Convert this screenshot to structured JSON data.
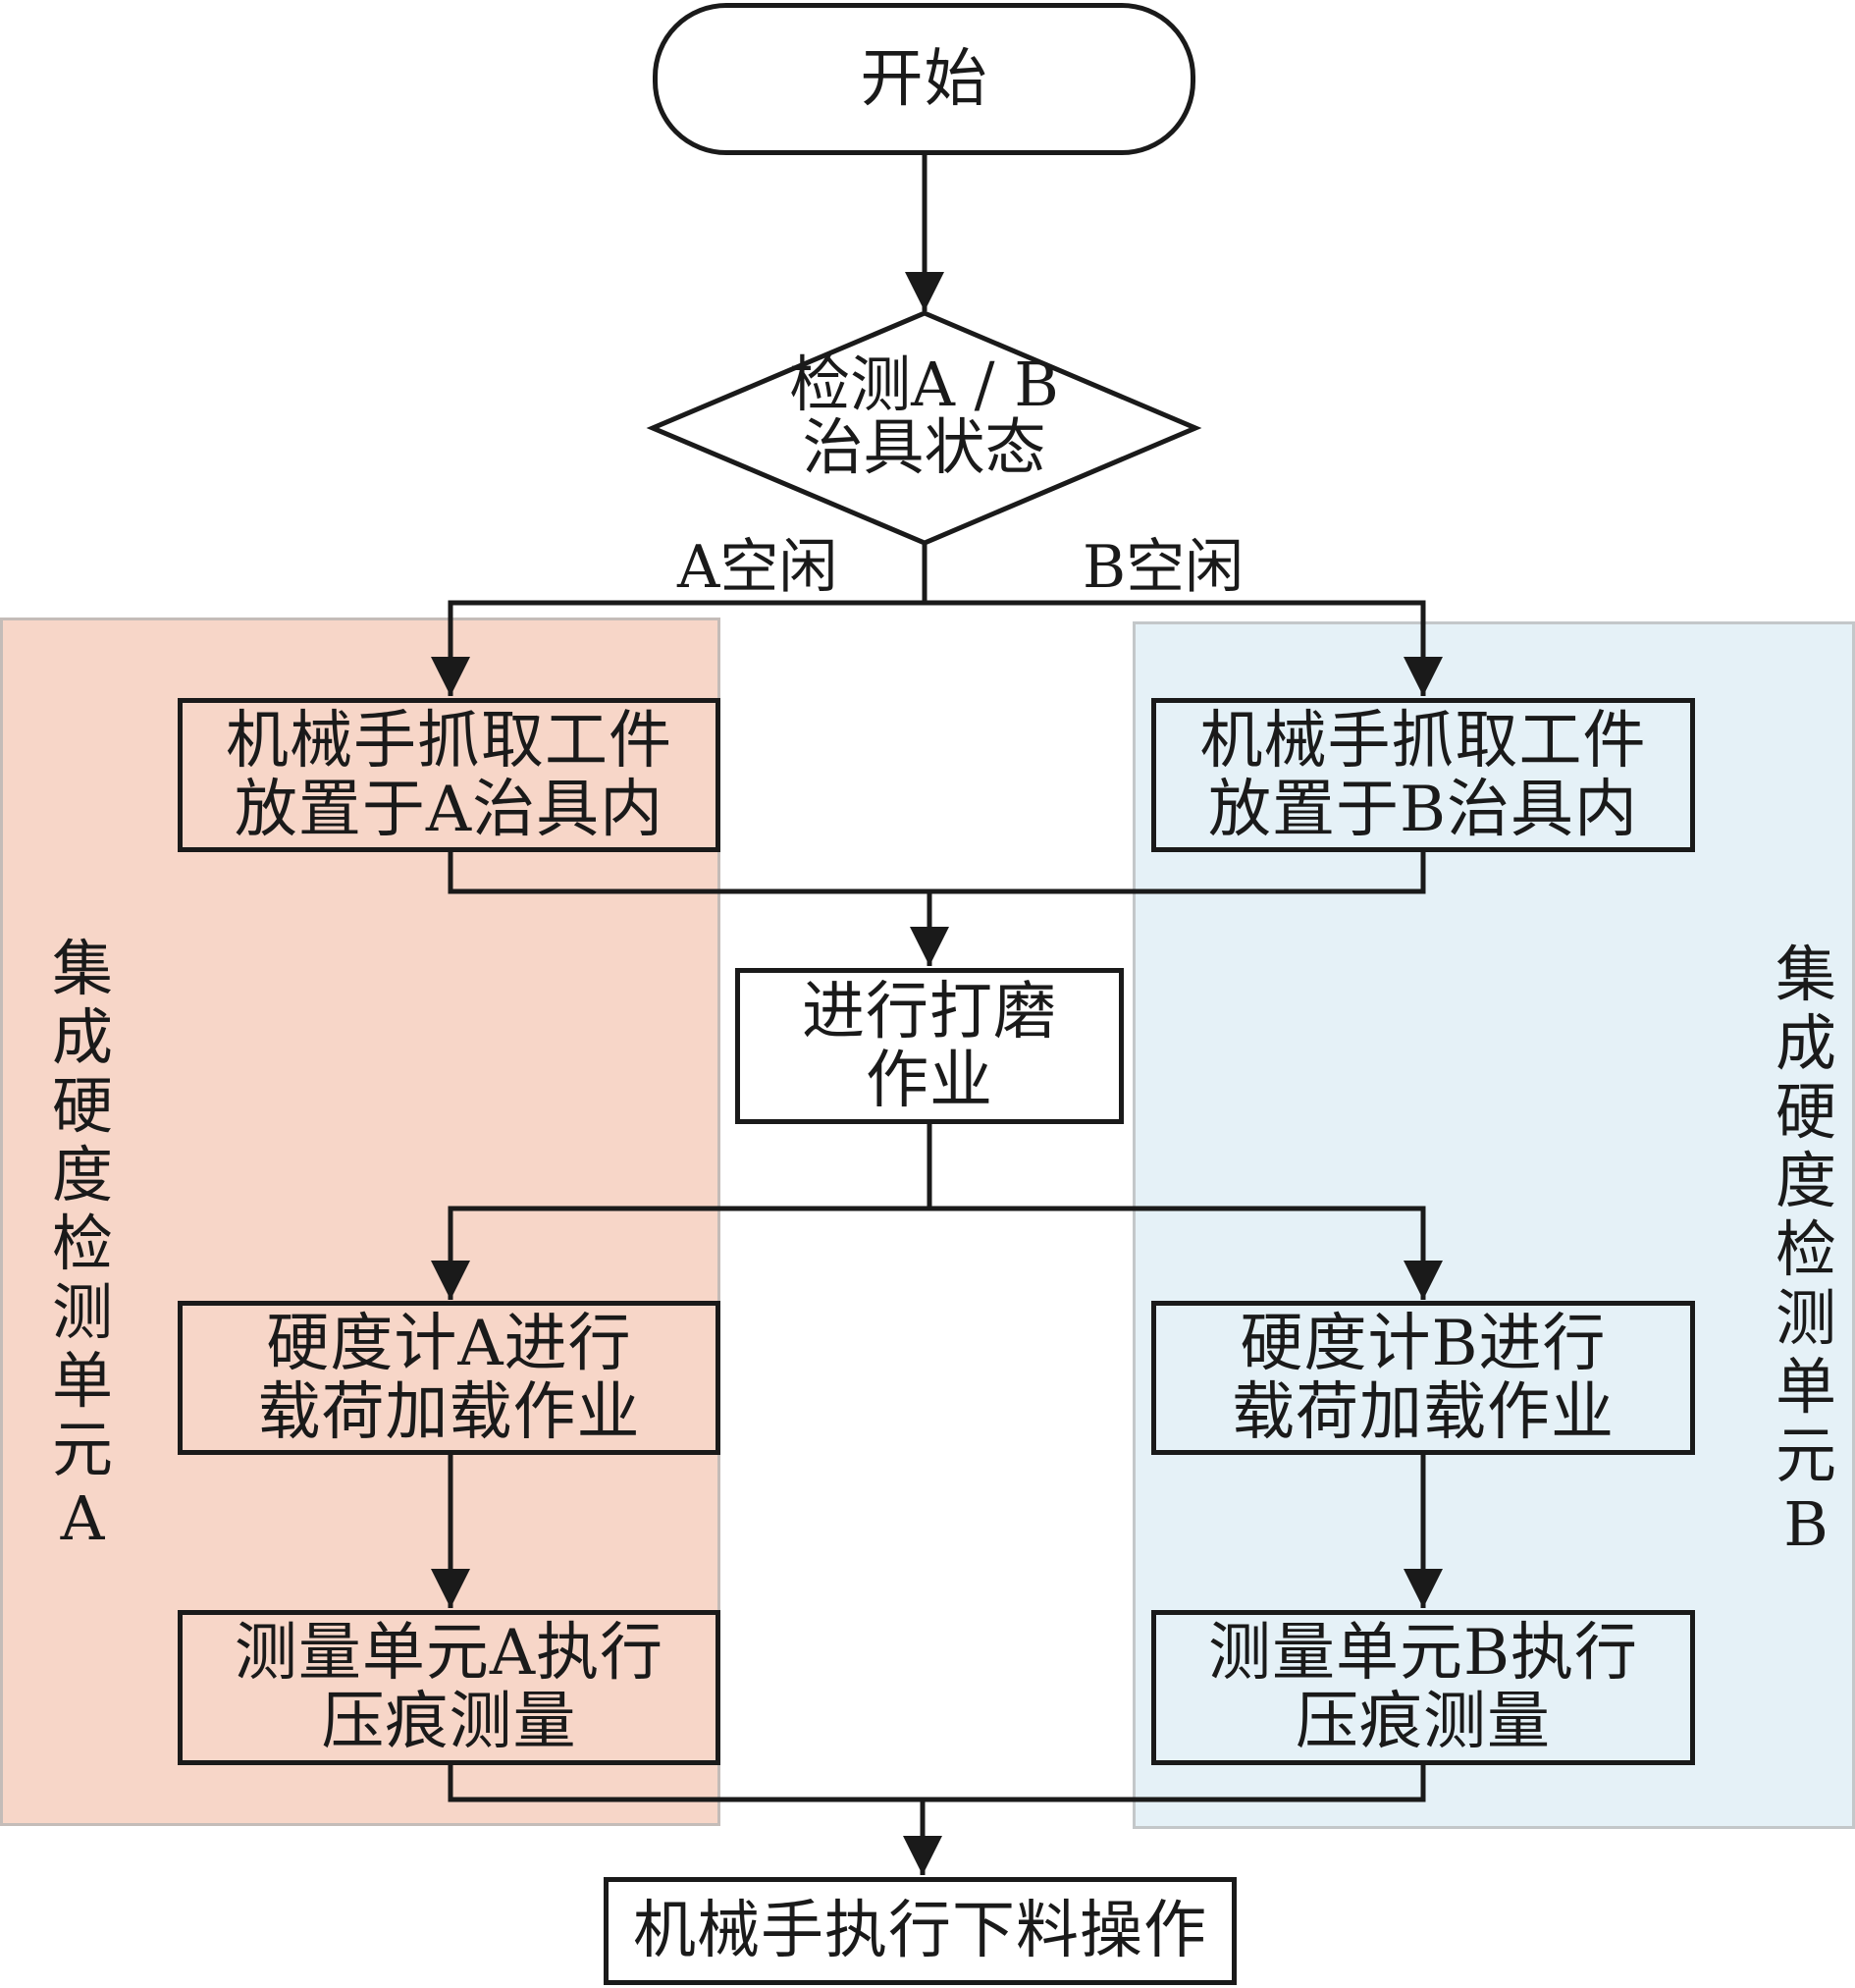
{
  "diagram": {
    "type": "flowchart",
    "colors": {
      "unit_a_fill": "#f7d6c8",
      "unit_b_fill": "#e5f1f7",
      "stroke": "#1a1a1a"
    },
    "start": {
      "label": "开始"
    },
    "decision": {
      "line1": "检测A / B",
      "line2": "治具状态"
    },
    "branches": {
      "a_label": "A空闲",
      "b_label": "B空闲"
    },
    "unit_a": {
      "title_chars": [
        "集",
        "成",
        "硬",
        "度",
        "检",
        "测",
        "单",
        "元",
        "A"
      ],
      "step1": {
        "line1": "机械手抓取工件",
        "line2": "放置于A治具内"
      },
      "step2": {
        "line1": "硬度计A进行",
        "line2": "载荷加载作业"
      },
      "step3": {
        "line1": "测量单元A执行",
        "line2": "压痕测量"
      }
    },
    "unit_b": {
      "title_chars": [
        "集",
        "成",
        "硬",
        "度",
        "检",
        "测",
        "单",
        "元",
        "B"
      ],
      "step1": {
        "line1": "机械手抓取工件",
        "line2": "放置于B治具内"
      },
      "step2": {
        "line1": "硬度计B进行",
        "line2": "载荷加载作业"
      },
      "step3": {
        "line1": "测量单元B执行",
        "line2": "压痕测量"
      }
    },
    "grinding": {
      "line1": "进行打磨",
      "line2": "作业"
    },
    "end": {
      "label": "机械手执行下料操作"
    }
  }
}
